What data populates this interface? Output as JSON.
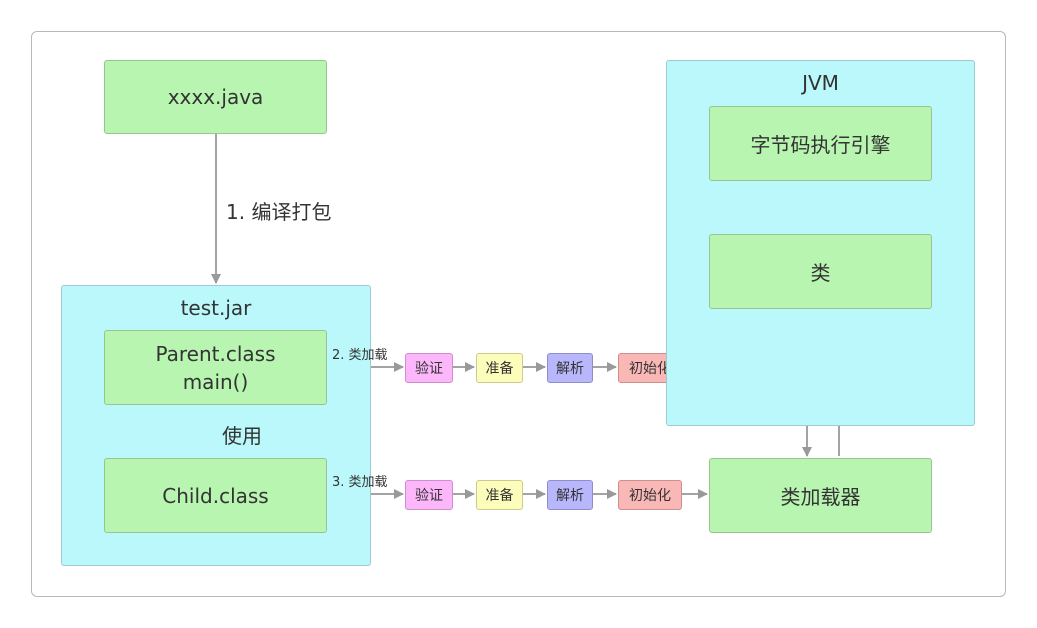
{
  "nodes": {
    "source": "xxxx.java",
    "jar_title": "test.jar",
    "parent_line1": "Parent.class",
    "parent_line2": "main()",
    "child": "Child.class",
    "jvm_title": "JVM",
    "engine": "字节码执行引擎",
    "class_node": "类",
    "loader": "类加载器"
  },
  "labels": {
    "compile": "1. 编译打包",
    "use": "使用",
    "load2": "2. 类加载",
    "load3": "3. 类加载"
  },
  "steps_row1": [
    "验证",
    "准备",
    "解析",
    "初始化"
  ],
  "steps_row2": [
    "验证",
    "准备",
    "解析",
    "初始化"
  ],
  "colors": {
    "green": "#b8f5b0",
    "cyan": "#baf8fc",
    "verify": "#fbb7fa",
    "prepare": "#fdfdbb",
    "resolve": "#b9b7fb",
    "init": "#f9b7b6",
    "arrow": "#999999"
  }
}
